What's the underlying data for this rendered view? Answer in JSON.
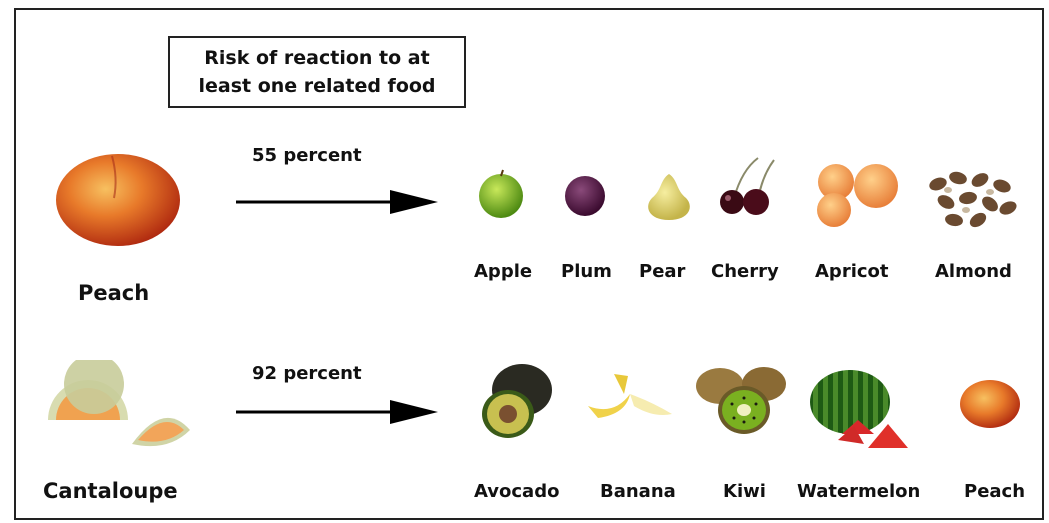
{
  "legend": {
    "line1": "Risk of reaction to at",
    "line2": "least one related food"
  },
  "rows": [
    {
      "main": "Peach",
      "percent_label": "55 percent",
      "related": [
        "Apple",
        "Plum",
        "Pear",
        "Cherry",
        "Apricot",
        "Almond"
      ]
    },
    {
      "main": "Cantaloupe",
      "percent_label": "92 percent",
      "related": [
        "Avocado",
        "Banana",
        "Kiwi",
        "Watermelon",
        "Peach"
      ]
    }
  ]
}
